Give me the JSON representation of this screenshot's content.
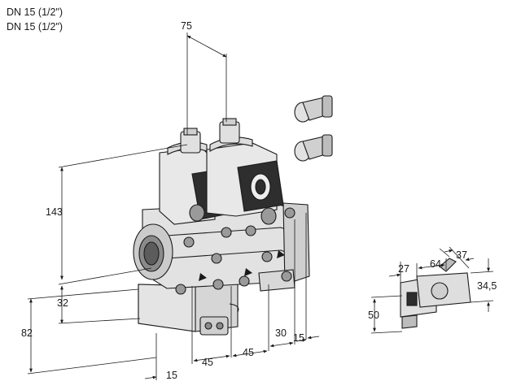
{
  "header": {
    "line1": "DN 15 (1/2\")",
    "line2": "DN 15 (1/2\")"
  },
  "dimensions": {
    "d75": "75",
    "d143": "143",
    "d32": "32",
    "d82": "82",
    "d15_bottom": "15",
    "d45_left": "45",
    "d45_right": "45",
    "d30": "30",
    "d15_right": "15",
    "d27": "27",
    "d64": "64",
    "d37": "37",
    "d34_5": "34,5",
    "d50": "50"
  },
  "colors": {
    "body_light": "#e6e6e6",
    "body_mid": "#c8c8c8",
    "body_dark": "#9a9a9a",
    "coil_dark": "#2e2e2e",
    "line": "#1a1a1a"
  }
}
